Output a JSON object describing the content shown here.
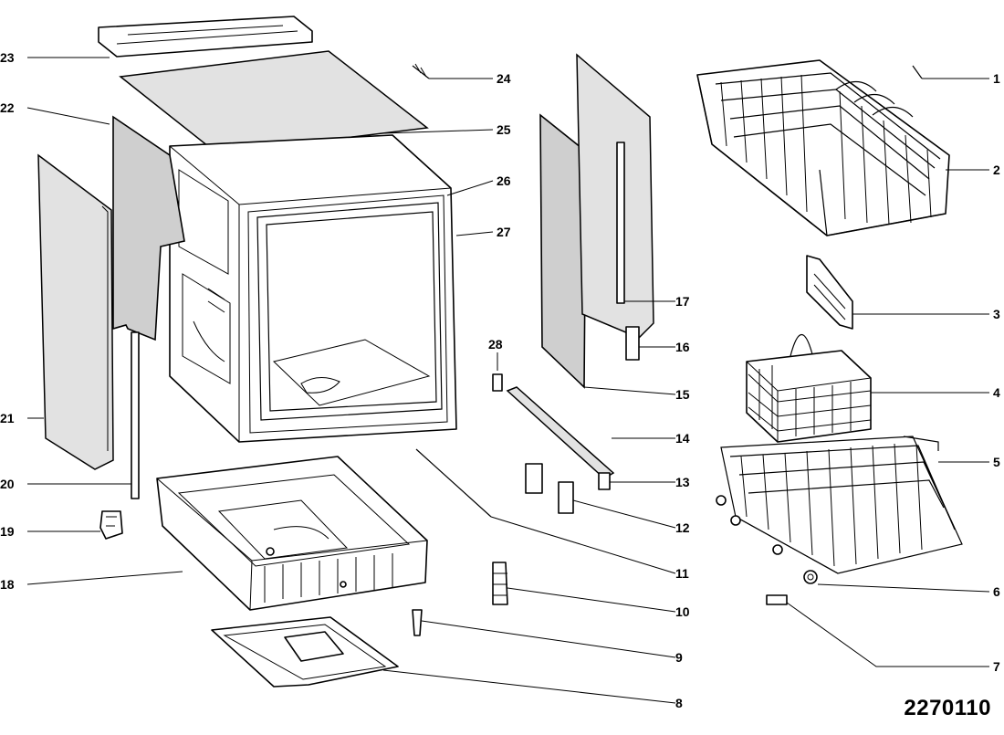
{
  "diagram": {
    "document_number": "2270110",
    "callouts": [
      "1",
      "2",
      "3",
      "4",
      "5",
      "6",
      "7",
      "8",
      "9",
      "10",
      "11",
      "12",
      "13",
      "14",
      "15",
      "16",
      "17",
      "18",
      "19",
      "20",
      "21",
      "22",
      "23",
      "24",
      "25",
      "26",
      "27",
      "28"
    ]
  }
}
